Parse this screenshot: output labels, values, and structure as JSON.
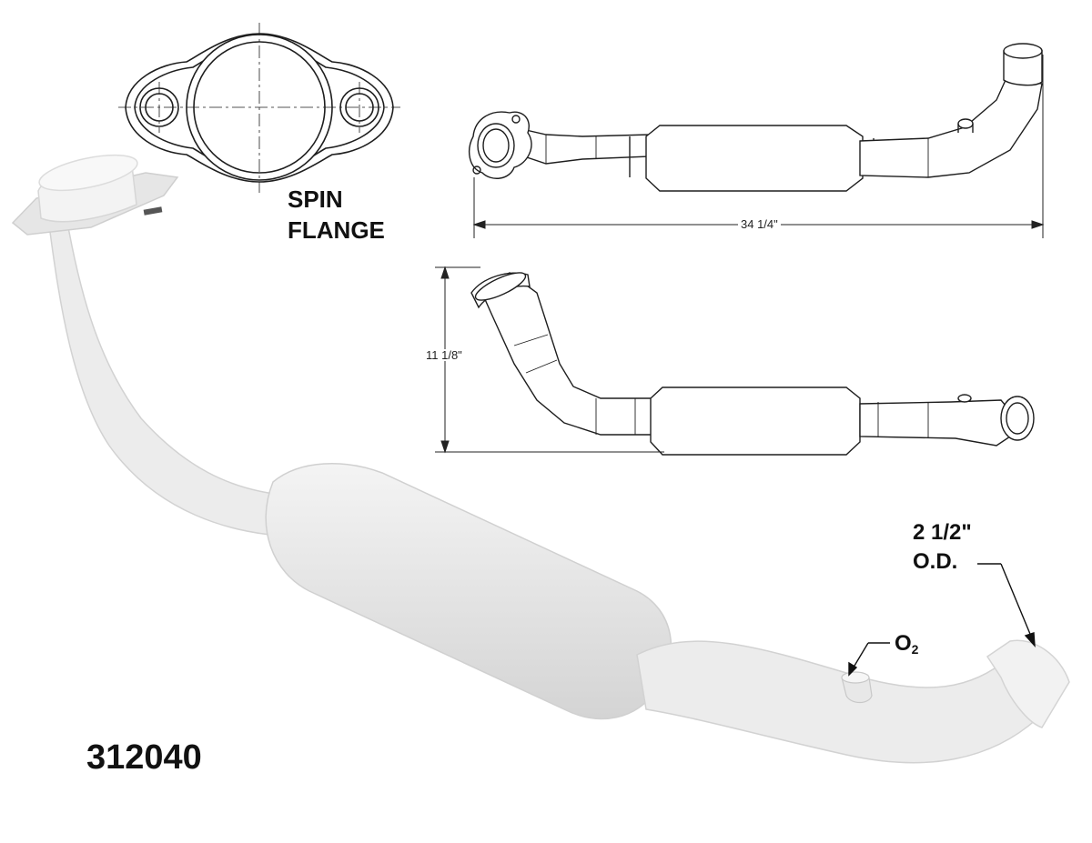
{
  "part_number": "312040",
  "flange_callout": {
    "line1": "SPIN",
    "line2": "FLANGE"
  },
  "top_view": {
    "length_label": "34 1/4\""
  },
  "side_view": {
    "height_label": "11 1/8\""
  },
  "od_callout": {
    "line1": "2 1/2\"",
    "line2": "O.D."
  },
  "o2_callout": {
    "text": "O",
    "subscript": "2"
  },
  "colors": {
    "line": "#1e1e1e",
    "part_fill": "#ededed",
    "part_shade": "#d9d9d9",
    "drawing_fill": "#ffffff"
  }
}
